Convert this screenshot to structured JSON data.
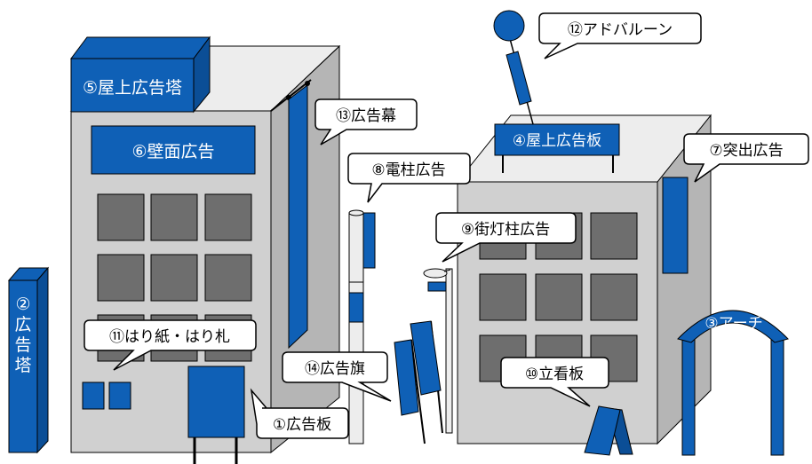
{
  "colors": {
    "ad_blue": "#0F60B6",
    "wall_gray": "#D0D0D0",
    "side_gray": "#B5B5B5",
    "window_gray": "#6E6E6E",
    "outline": "#000000",
    "callout_fill": "#FFFFFF",
    "ad_text": "#FFFFFF"
  },
  "labels": {
    "ad_balloon": "⑫アドバルーン",
    "curtain_ad": "⑬広告幕",
    "rooftop_board": "④屋上広告板",
    "projecting_sign": "⑦突出広告",
    "pole_ad": "⑧電柱広告",
    "streetlight_ad": "⑨街灯柱広告",
    "posters": "⑪はり紙・はり札",
    "flag_ad": "⑭広告旗",
    "standing_sign": "⑩立看板",
    "billboard": "①広告板"
  },
  "signs": {
    "rooftop_tower": "⑤屋上広告塔",
    "wall_ad": "⑥壁面広告",
    "ad_tower": [
      "②",
      "広",
      "告",
      "塔"
    ],
    "arch": "③アーチ"
  }
}
